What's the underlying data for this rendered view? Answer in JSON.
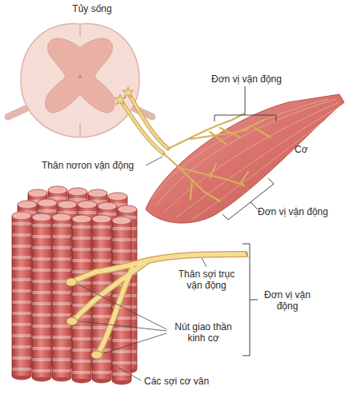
{
  "diagram": {
    "labels": [
      "Tủy sống",
      "Đơn vị vận động",
      "Thân nơron vận động",
      "Cơ",
      "Đơn vị vận động",
      "Thân sợi trục vận động",
      "Đơn vị vận động",
      "Nút giao thần kinh cơ",
      "Các sợi cơ vân"
    ]
  }
}
